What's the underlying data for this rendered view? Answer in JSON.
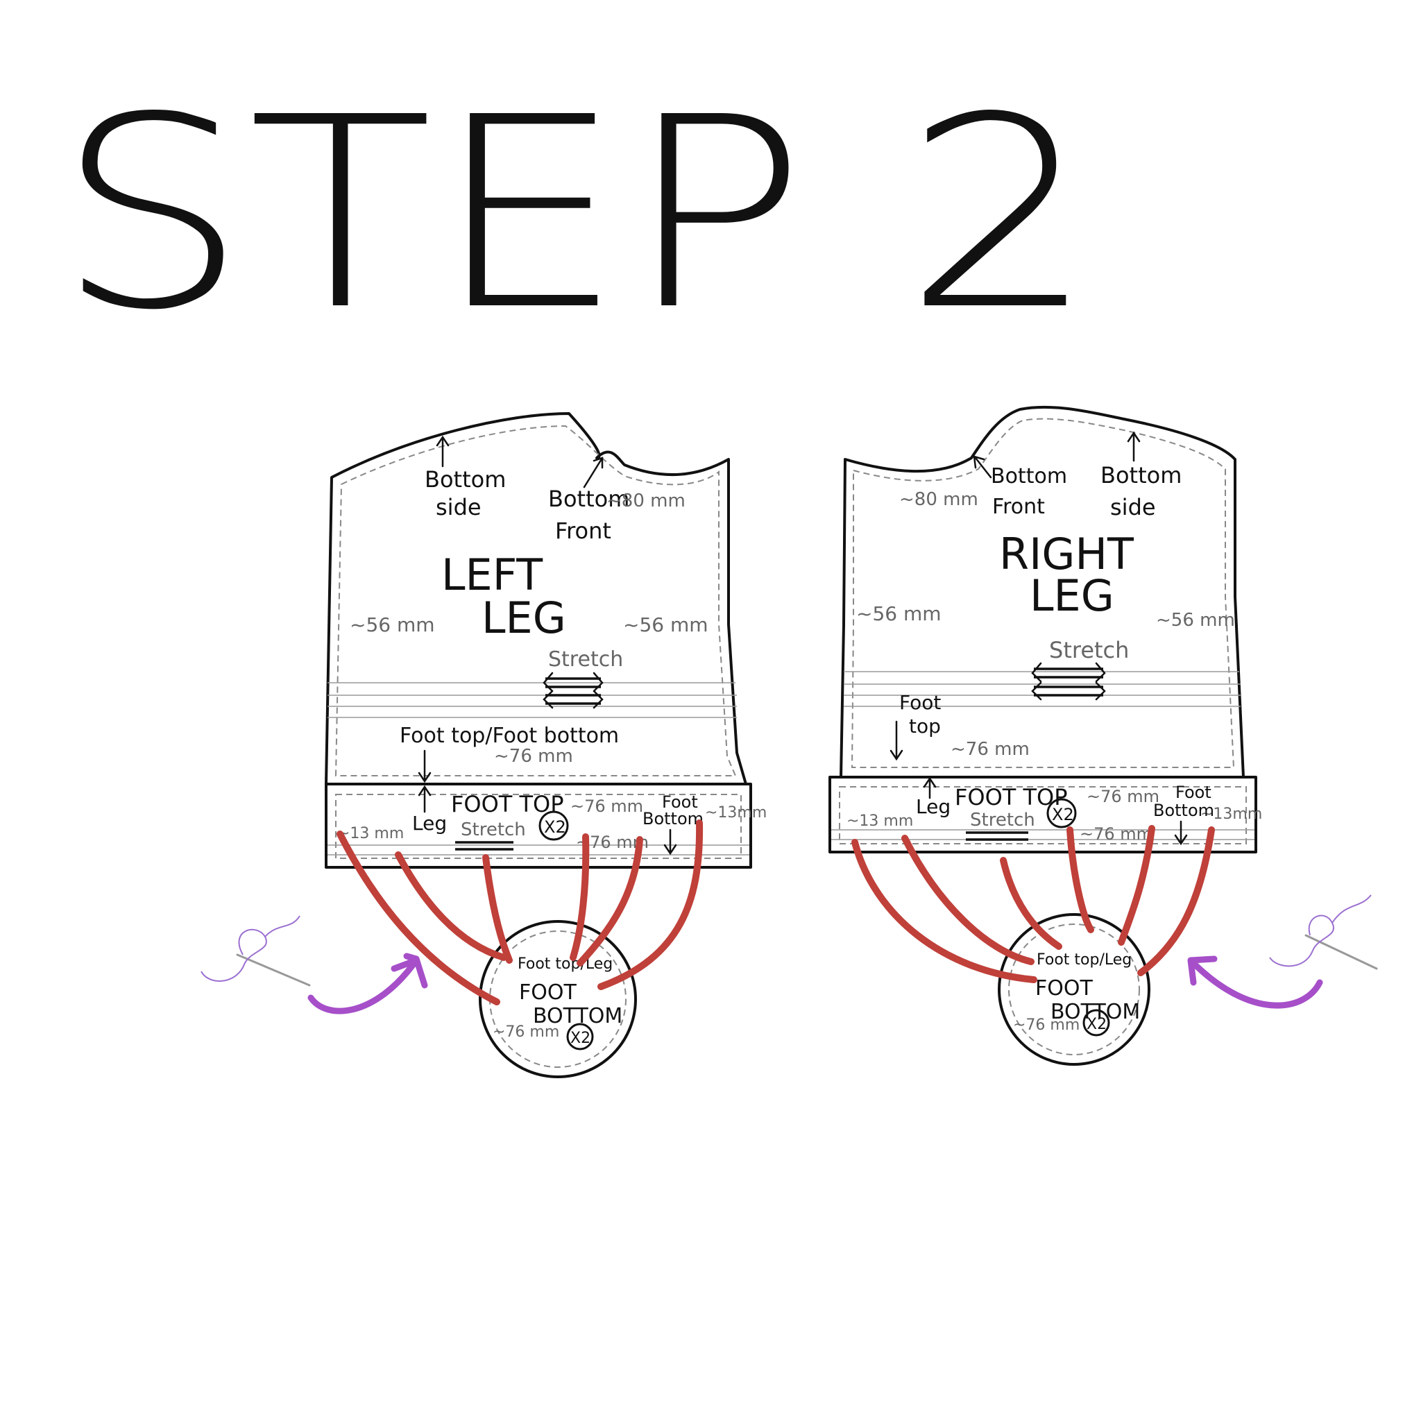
{
  "title": "STEP 2",
  "left": {
    "piece_title_1": "LEFT",
    "piece_title_2": "LEG",
    "bottom_side": [
      "Bottom",
      "side"
    ],
    "bottom_front": [
      "Bottom",
      "Front"
    ],
    "dim_top": "~80 mm",
    "dim_left": "~56 mm",
    "dim_right": "~56 mm",
    "stretch": "Stretch",
    "foot_top_bottom": "Foot top/Foot bottom",
    "dim_bottom": "~76 mm",
    "strip_leg": "Leg",
    "strip_title": "FOOT TOP",
    "strip_x2": "X2",
    "strip_dim_a": "~76 mm",
    "strip_dim_b": "~76 mm",
    "strip_dim_side_l": "~13 mm",
    "strip_dim_side_r": "~13mm",
    "strip_stretch": "Stretch",
    "strip_foot_bottom": [
      "Foot",
      "Bottom"
    ],
    "circle_top": "Foot top/Leg",
    "circle_title_1": "FOOT",
    "circle_title_2": "BOTTOM",
    "circle_x2": "X2",
    "circle_dim": "~76 mm"
  },
  "right": {
    "piece_title_1": "RIGHT",
    "piece_title_2": "LEG",
    "bottom_side": [
      "Bottom",
      "side"
    ],
    "bottom_front": [
      "Bottom",
      "Front"
    ],
    "dim_top": "~80 mm",
    "dim_left": "~56 mm",
    "dim_right": "~56 mm",
    "stretch": "Stretch",
    "foot_top": [
      "Foot",
      "top"
    ],
    "dim_bottom": "~76 mm",
    "strip_leg": "Leg",
    "strip_title": "FOOT TOP",
    "strip_x2": "X2",
    "strip_dim_a": "~76 mm",
    "strip_dim_b": "~76 mm",
    "strip_dim_side_l": "~13 mm",
    "strip_dim_side_r": "~13mm",
    "strip_stretch": "Stretch",
    "strip_foot_bottom": [
      "Foot",
      "Bottom"
    ],
    "circle_top": "Foot top/Leg",
    "circle_title_1": "FOOT",
    "circle_title_2": "BOTTOM",
    "circle_x2": "X2",
    "circle_dim": "~76 mm"
  },
  "colors": {
    "ink": "#111111",
    "seam_line": "#888888",
    "stitch_guides": "#c0403a",
    "insert_arrows": "#a64fc9",
    "thread": "#9b6fd1"
  },
  "icons": [
    "needle-and-thread-icon",
    "curved-insert-arrow-icon"
  ]
}
